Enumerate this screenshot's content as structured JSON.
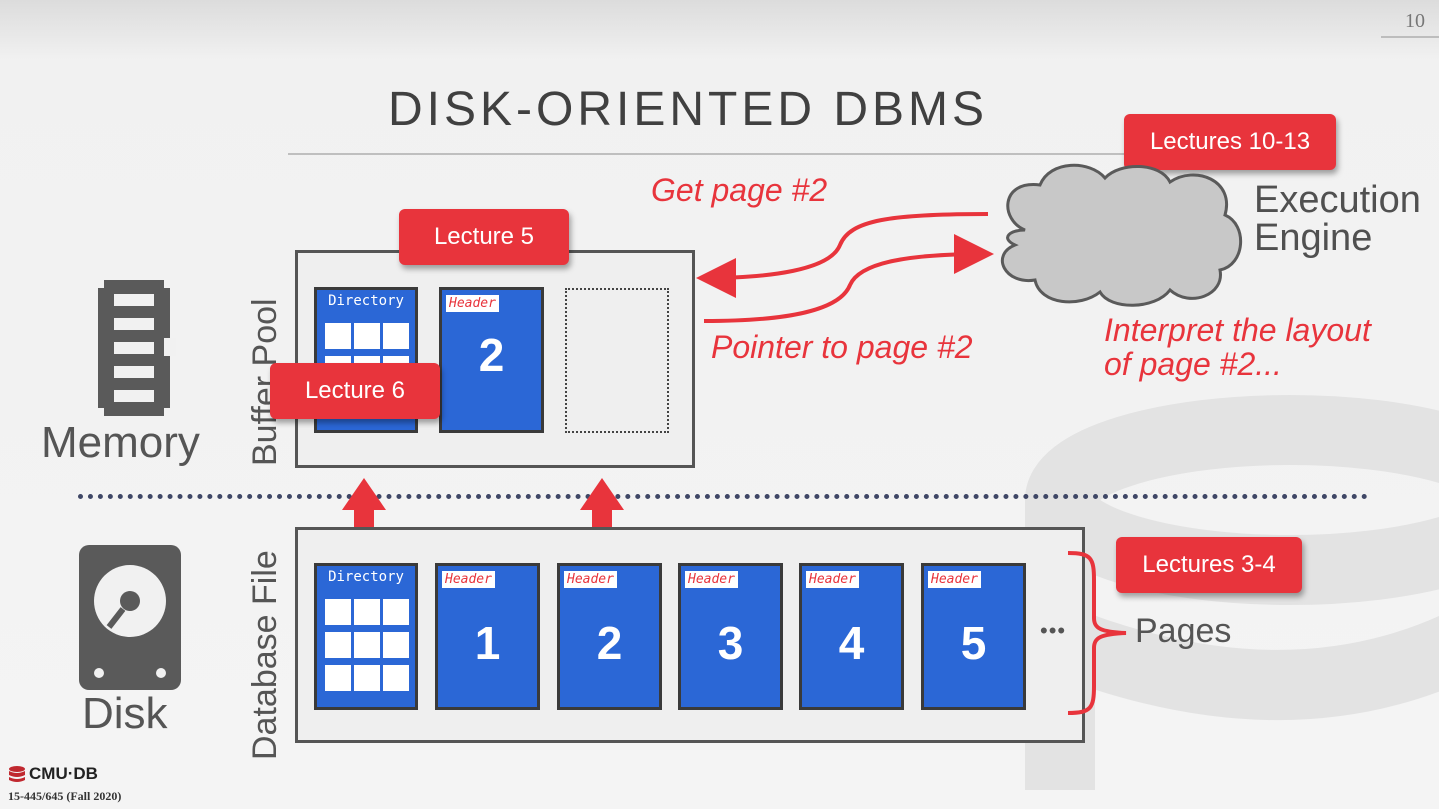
{
  "slide_number": "10",
  "title": "DISK-ORIENTED DBMS",
  "badges": {
    "lecture5": "Lecture 5",
    "lecture6": "Lecture 6",
    "lectures10_13": "Lectures 10-13",
    "lectures3_4": "Lectures 3-4"
  },
  "labels": {
    "memory": "Memory",
    "disk": "Disk",
    "buffer_pool": "Buffer Pool",
    "database_file": "Database File",
    "pages": "Pages",
    "execution": "Execution",
    "engine": "Engine",
    "ellipsis": "•••"
  },
  "annotations": {
    "get_page": "Get page #2",
    "pointer": "Pointer to page #2",
    "interpret_line1": "Interpret the layout",
    "interpret_line2": "of page #2..."
  },
  "buffer_pool_pages": [
    {
      "header": "Header",
      "number": "2"
    }
  ],
  "directory_label": "Directory",
  "disk_pages": [
    {
      "header": "Header",
      "number": "1"
    },
    {
      "header": "Header",
      "number": "2"
    },
    {
      "header": "Header",
      "number": "3"
    },
    {
      "header": "Header",
      "number": "4"
    },
    {
      "header": "Header",
      "number": "5"
    }
  ],
  "footer": {
    "logo": "CMU·DB",
    "course": "15-445/645 (Fall 2020)"
  },
  "colors": {
    "accent_red": "#e8343c",
    "page_blue": "#2b67d6"
  }
}
